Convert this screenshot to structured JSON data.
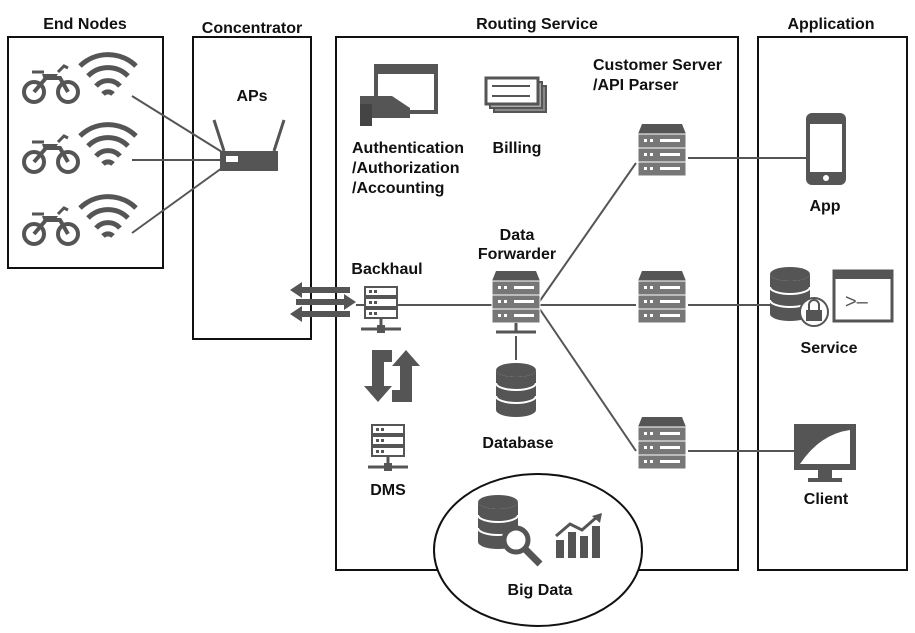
{
  "sections": {
    "end_nodes": "End Nodes",
    "concentrator": "Concentrator",
    "routing_service": "Routing Service",
    "application": "Application"
  },
  "labels": {
    "aps": "APs",
    "auth_1": "Authentication",
    "auth_2": "/Authorization",
    "auth_3": "/Accounting",
    "billing": "Billing",
    "customer_1": "Customer Server",
    "customer_2": "/API Parser",
    "data_fwd_1": "Data",
    "data_fwd_2": "Forwarder",
    "backhaul": "Backhaul",
    "database": "Database",
    "dms": "DMS",
    "big_data": "Big Data",
    "app": "App",
    "service": "Service",
    "client": "Client",
    "terminal_prompt": ">–"
  },
  "icons": {
    "end_node": "motorcycle-icon",
    "signal": "wifi-icon",
    "access_point": "router-icon",
    "server": "server-icon",
    "database": "database-icon",
    "sync": "sync-arrows-icon",
    "exchange": "exchange-arrows-icon",
    "auth": "hand-screen-icon",
    "billing": "cash-stack-icon",
    "analytics": "bar-chart-trend-icon",
    "phone": "smartphone-icon",
    "lock": "lock-icon",
    "terminal": "terminal-icon",
    "monitor": "monitor-icon"
  },
  "colors": {
    "stroke": "#111111",
    "icon_fill": "#666666",
    "icon_dark": "#444444",
    "link": "#555555"
  }
}
